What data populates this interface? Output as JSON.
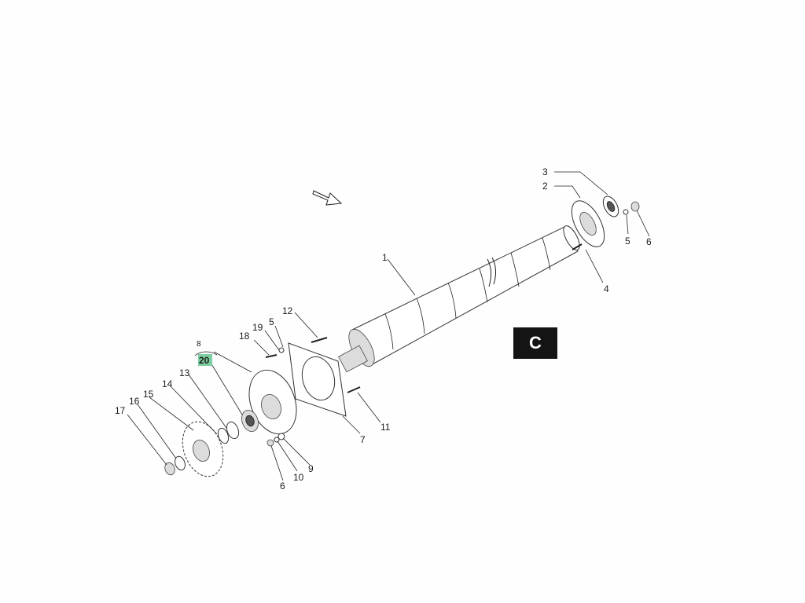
{
  "section_badge": "C",
  "highlight_color": "#7ccfa0",
  "callouts": [
    {
      "id": "1",
      "text": "1"
    },
    {
      "id": "2",
      "text": "2"
    },
    {
      "id": "3",
      "text": "3"
    },
    {
      "id": "4",
      "text": "4"
    },
    {
      "id": "5a",
      "text": "5"
    },
    {
      "id": "6a",
      "text": "6"
    },
    {
      "id": "7",
      "text": "7"
    },
    {
      "id": "8",
      "text": "8"
    },
    {
      "id": "20",
      "text": "20"
    },
    {
      "id": "13",
      "text": "13"
    },
    {
      "id": "14",
      "text": "14"
    },
    {
      "id": "15",
      "text": "15"
    },
    {
      "id": "16",
      "text": "16"
    },
    {
      "id": "17",
      "text": "17"
    },
    {
      "id": "18",
      "text": "18"
    },
    {
      "id": "19",
      "text": "19"
    },
    {
      "id": "5b",
      "text": "5"
    },
    {
      "id": "12",
      "text": "12"
    },
    {
      "id": "11",
      "text": "11"
    },
    {
      "id": "6b",
      "text": "6"
    },
    {
      "id": "10",
      "text": "10"
    },
    {
      "id": "9",
      "text": "9"
    }
  ]
}
